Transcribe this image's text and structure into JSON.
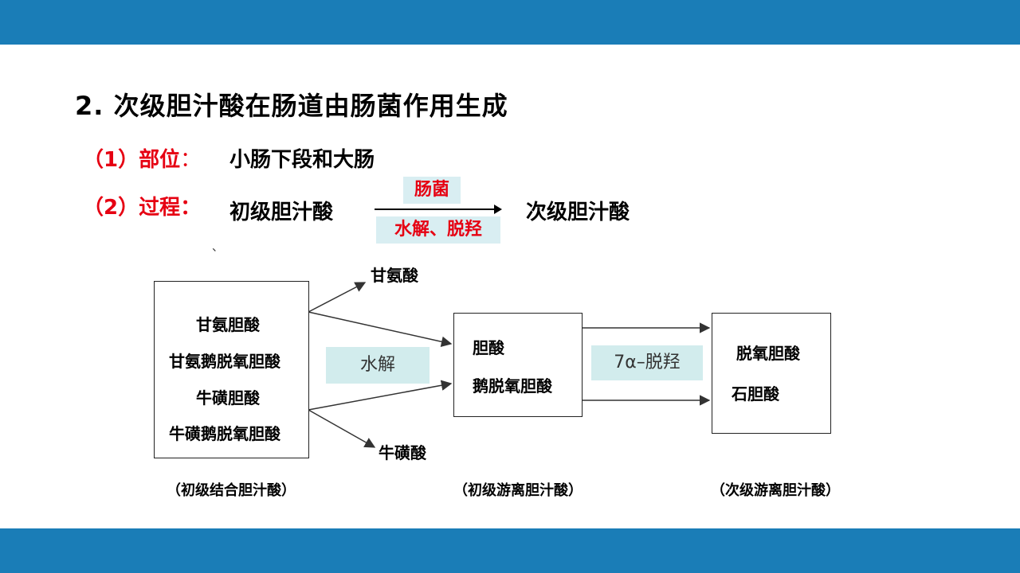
{
  "title": "2.  次级胆汁酸在肠道由肠菌作用生成",
  "location": {
    "label": "（1）部位",
    "colon": "：",
    "text": "小肠下段和大肠"
  },
  "process": {
    "label": "（2）过程：",
    "reactant": "初级胆汁酸",
    "product": "次级胆汁酸",
    "above_arrow": "肠菌",
    "below_arrow": "水解、脱羟"
  },
  "tick": "、",
  "diagram": {
    "box1_items": [
      "甘氨胆酸",
      "甘氨鹅脱氧胆酸",
      "牛磺胆酸",
      "牛磺鹅脱氧胆酸"
    ],
    "box2_items": [
      "胆酸",
      "鹅脱氧胆酸"
    ],
    "box3_items": [
      "脱氧胆酸",
      "石胆酸"
    ],
    "byproduct_top": "甘氨酸",
    "byproduct_bottom": "牛磺酸",
    "step1_label": "水解",
    "step2_label": "7α–脱羟",
    "captions": [
      "（初级结合胆汁酸）",
      "（初级游离胆汁酸）",
      "（次级游离胆汁酸）"
    ]
  },
  "colors": {
    "bar": "#1a7db7",
    "accent_red": "#e60012",
    "highlight": "#d2eced"
  }
}
